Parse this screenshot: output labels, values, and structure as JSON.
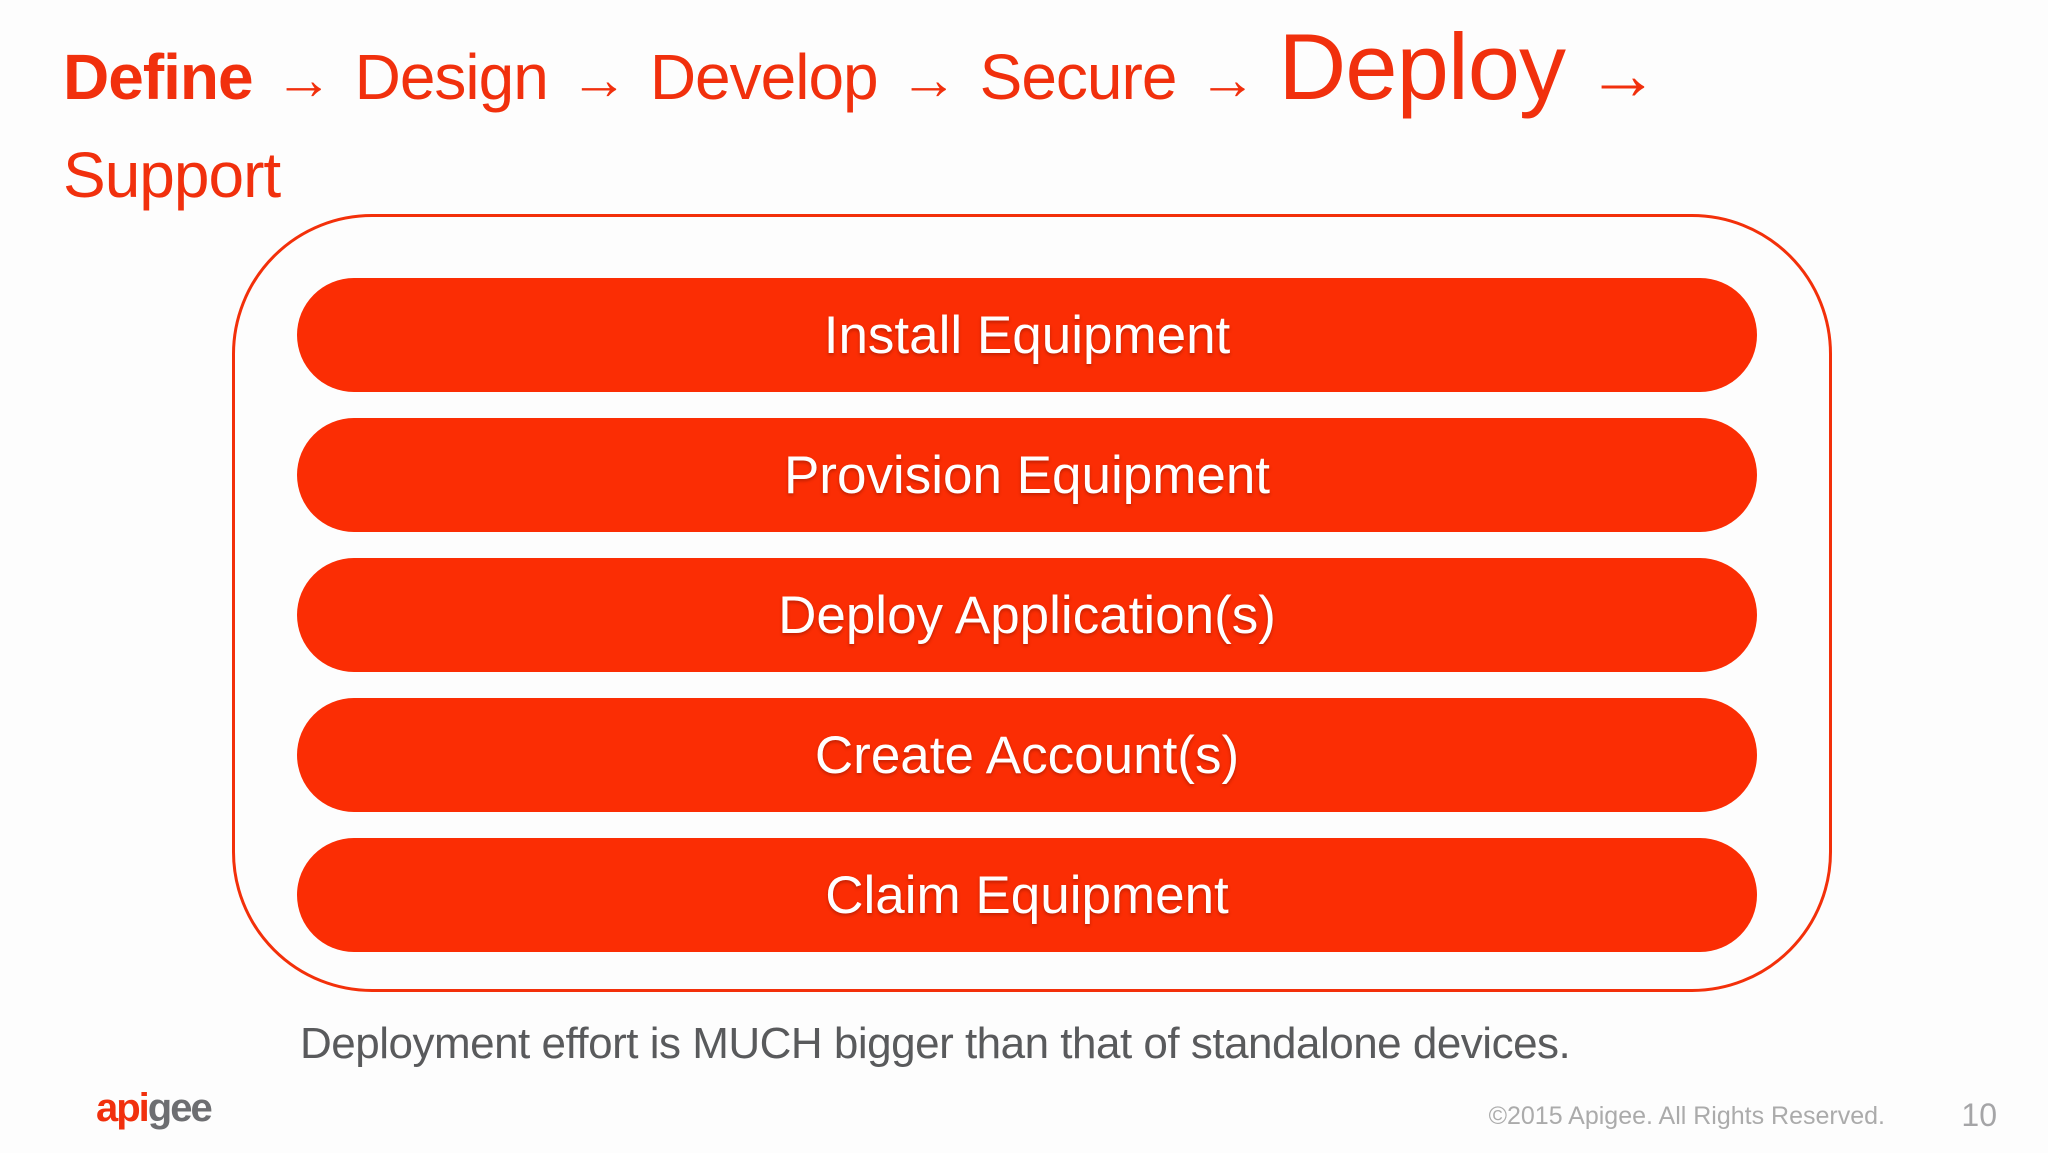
{
  "title": {
    "steps": [
      "Define",
      "Design",
      "Develop",
      "Secure",
      "Deploy",
      "Support"
    ],
    "arrow": "→"
  },
  "process": {
    "steps": [
      "Install Equipment",
      "Provision Equipment",
      "Deploy Application(s)",
      "Create Account(s)",
      "Claim Equipment"
    ]
  },
  "caption": "Deployment effort is MUCH bigger than that of standalone devices.",
  "footer": {
    "logo": {
      "part1": "api",
      "part2": "gee"
    },
    "copyright": "©2015 Apigee. All Rights Reserved.",
    "page_number": "10"
  },
  "colors": {
    "bg": "#fdfdfd",
    "accent_red": "#F1300D",
    "pill_red": "#FB2D04",
    "border_red": "#F3300A",
    "caption_gray": "#595A5C",
    "logo_gray": "#6D6E71",
    "copyright_gray": "#ABABAB"
  }
}
